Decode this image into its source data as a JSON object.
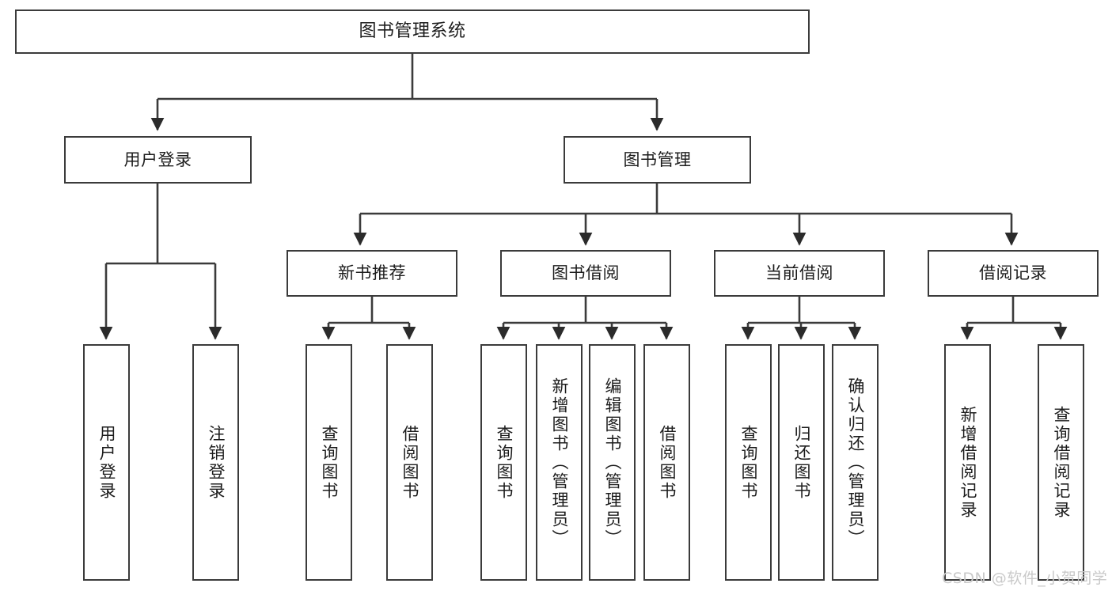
{
  "diagram": {
    "title": "图书管理系统",
    "type": "hierarchy-tree",
    "orientation": "top-down",
    "colors": {
      "border": "#3b3b3b",
      "background": "#ffffff",
      "text": "#1c1c1c",
      "connector": "#3b3b3b",
      "watermark": "#c9c9c9"
    }
  },
  "nodes": {
    "root": {
      "label": "图书管理系统",
      "level": 0
    },
    "level1": [
      {
        "id": "user-login",
        "label": "用户登录"
      },
      {
        "id": "book-manage",
        "label": "图书管理"
      }
    ],
    "level2": [
      {
        "id": "new-book-recommend",
        "label": "新书推荐",
        "parent": "book-manage"
      },
      {
        "id": "book-borrow",
        "label": "图书借阅",
        "parent": "book-manage"
      },
      {
        "id": "current-borrow",
        "label": "当前借阅",
        "parent": "book-manage"
      },
      {
        "id": "borrow-record",
        "label": "借阅记录",
        "parent": "book-manage"
      }
    ],
    "leaves": [
      {
        "id": "leaf-user-login",
        "label": "用户登录",
        "parent": "user-login"
      },
      {
        "id": "leaf-user-logout",
        "label": "注销登录",
        "parent": "user-login"
      },
      {
        "id": "leaf-query-book-1",
        "label": "查询图书",
        "parent": "new-book-recommend"
      },
      {
        "id": "leaf-borrow-book-1",
        "label": "借阅图书",
        "parent": "new-book-recommend"
      },
      {
        "id": "leaf-query-book-2",
        "label": "查询图书",
        "parent": "book-borrow"
      },
      {
        "id": "leaf-add-book",
        "label": "新增图书（管理员）",
        "parent": "book-borrow"
      },
      {
        "id": "leaf-edit-book",
        "label": "编辑图书（管理员）",
        "parent": "book-borrow"
      },
      {
        "id": "leaf-borrow-book-2",
        "label": "借阅图书",
        "parent": "book-borrow"
      },
      {
        "id": "leaf-query-book-3",
        "label": "查询图书",
        "parent": "current-borrow"
      },
      {
        "id": "leaf-return-book",
        "label": "归还图书",
        "parent": "current-borrow"
      },
      {
        "id": "leaf-confirm-return",
        "label": "确认归还（管理员）",
        "parent": "current-borrow"
      },
      {
        "id": "leaf-add-record",
        "label": "新增借阅记录",
        "parent": "borrow-record"
      },
      {
        "id": "leaf-query-record",
        "label": "查询借阅记录",
        "parent": "borrow-record"
      }
    ]
  },
  "watermark": {
    "text": "CSDN @软件_小贺同学"
  }
}
